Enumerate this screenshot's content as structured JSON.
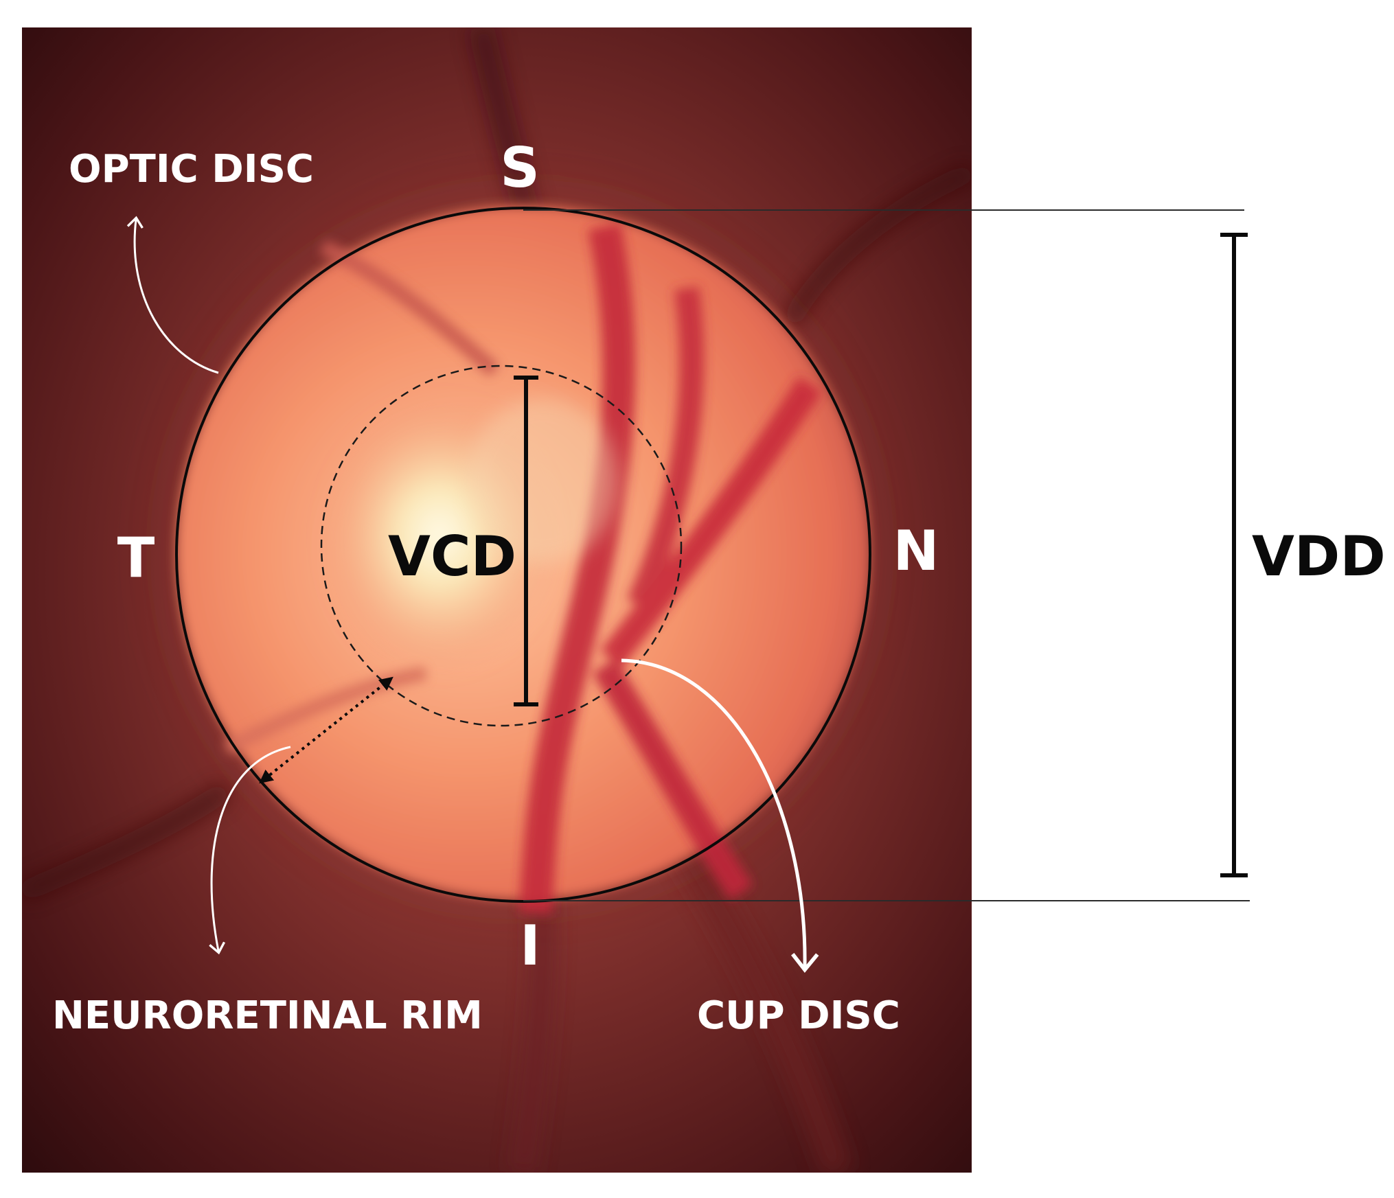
{
  "labels": {
    "optic_disc": "OPTIC DISC",
    "neuroretinal_rim": "NEURORETINAL RIM",
    "cup_disc": "CUP DISC",
    "superior": "S",
    "inferior": "I",
    "temporal": "T",
    "nasal": "N",
    "vcd": "VCD",
    "vdd": "VDD"
  },
  "colors": {
    "fundus_background": "#5a1a1a",
    "disc_orange": "#f08a6a",
    "cup_bright": "#fff6d8",
    "vessel_red": "#c8283a",
    "annotation_white": "#ffffff",
    "annotation_black": "#0a0a0a"
  }
}
